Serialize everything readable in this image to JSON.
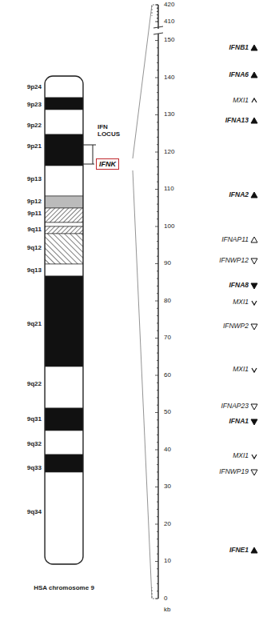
{
  "diagram": {
    "nodes": [
      {
        "text": [
          "IFNK"
        ]
      }
    ],
    "labels": [
      "9p24",
      "9p23",
      "9p22",
      "9p21",
      "9p13",
      "9p12",
      "9p11",
      "9q11",
      "9q12",
      "9q13",
      "9q21",
      "9q22",
      "9q31",
      "9q32",
      "9q33",
      "9q34",
      "IFN LOCUS",
      "HSA chromosome 9",
      "420",
      "410",
      "150",
      "140",
      "130",
      "120",
      "110",
      "100",
      "90",
      "80",
      "70",
      "60",
      "50",
      "40",
      "30",
      "20",
      "10",
      "0",
      "kb",
      "IFNB1",
      "IFNA6",
      "MXI1",
      "IFNA13",
      "IFNA2",
      "IFNAP11",
      "IFNWP12",
      "IFNA8",
      "MXI1",
      "IFNWP2",
      "MXI1",
      "IFNAP23",
      "IFNA1",
      "MXI1",
      "IFNWP19",
      "IFNE1"
    ]
  }
}
